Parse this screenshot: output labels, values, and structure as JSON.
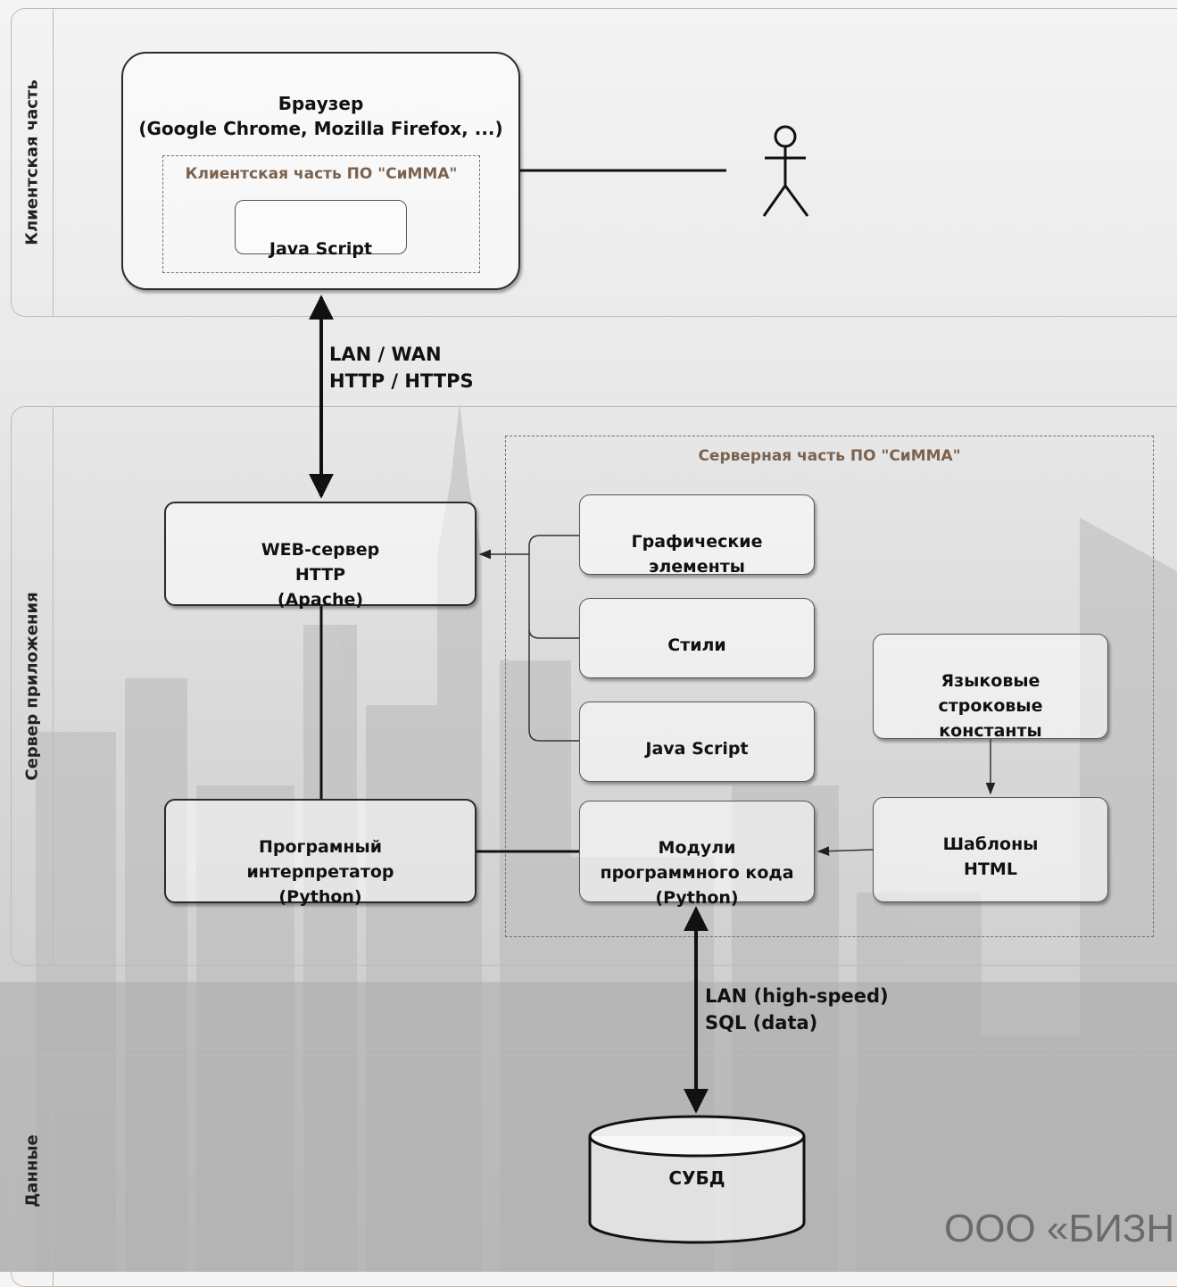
{
  "lanes": {
    "client": "Клиентская часть",
    "server": "Сервер приложения",
    "data": "Данные"
  },
  "browser": {
    "title": "Браузер\n(Google Chrome, Mozilla Firefox, ...)",
    "client_group": "Клиентская часть ПО \"СиММА\"",
    "javascript": "Java Script"
  },
  "connections": {
    "lan_wan": "LAN / WAN\nHTTP / HTTPS",
    "lan_sql": "LAN (high-speed)\nSQL (data)"
  },
  "server": {
    "group": "Серверная часть ПО \"СиММА\"",
    "web_server": "WEB-сервер\nHTTP\n(Apache)",
    "interpreter": "Програмный\nинтерпретатор\n(Python)",
    "graphics": "Графические\nэлементы",
    "styles": "Стили",
    "javascript": "Java Script",
    "lang_constants": "Языковые\nстроковые\nконстанты",
    "modules": "Модули\nпрограммного кода\n(Python)",
    "templates": "Шаблоны\nHTML"
  },
  "database": "СУБД",
  "footer": "ООО «БИЗН"
}
